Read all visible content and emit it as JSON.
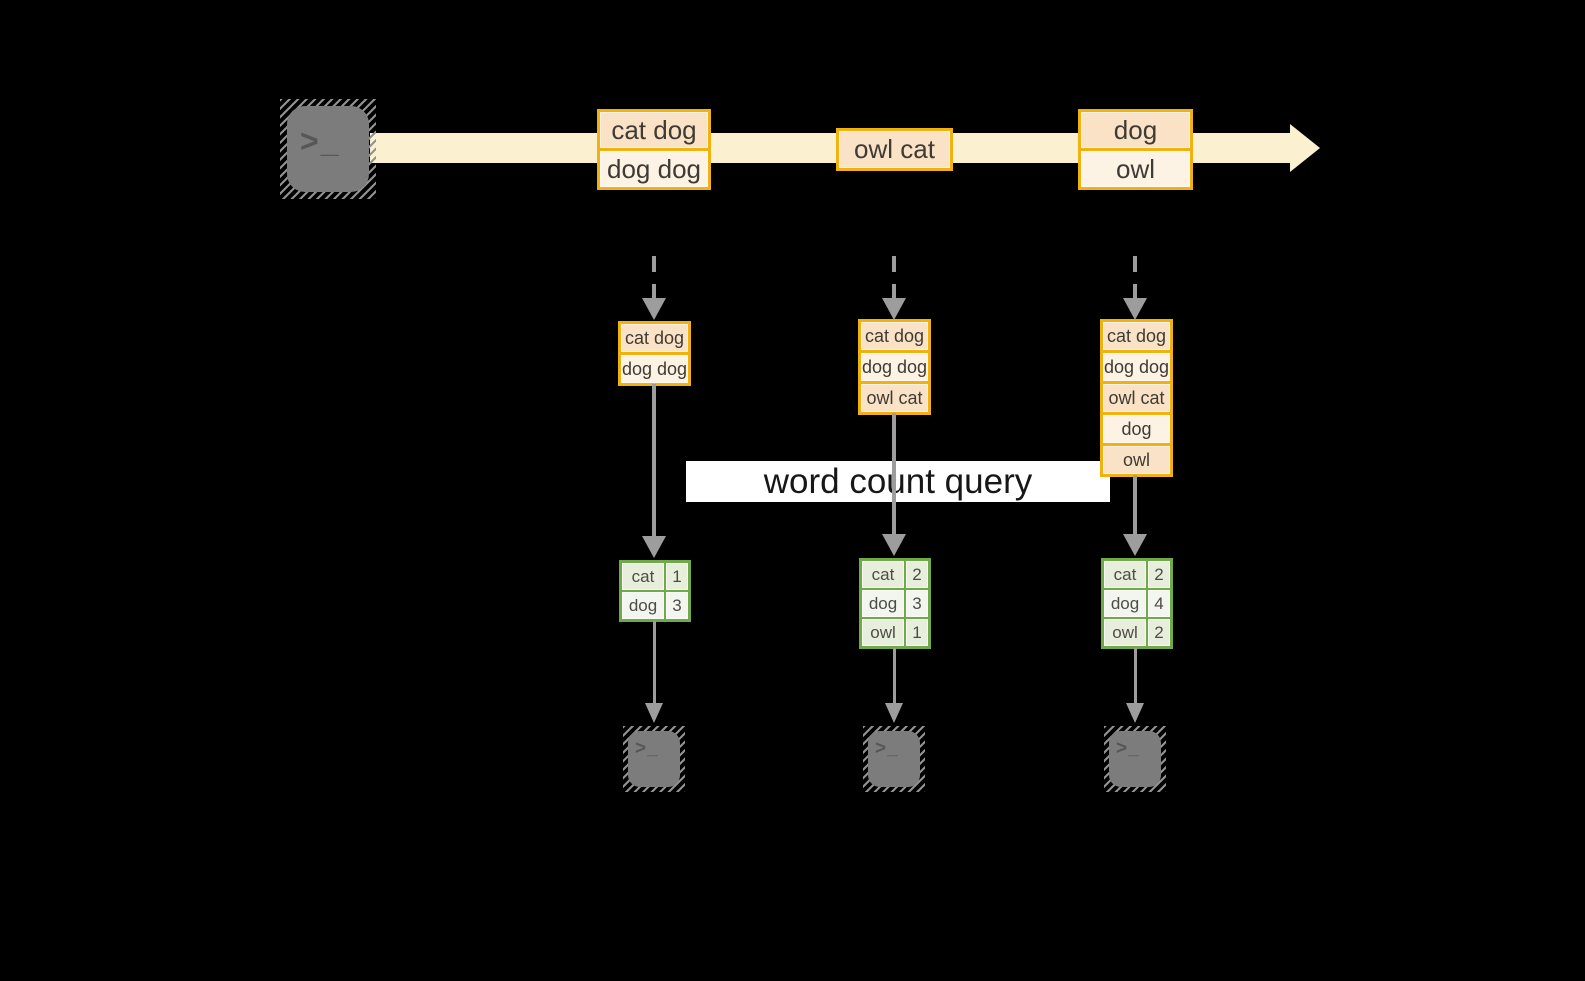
{
  "banner": {
    "label": "word count query"
  },
  "terminal": {
    "glyph": ">_"
  },
  "stream": {
    "records": [
      {
        "lines": [
          "cat dog",
          "dog dog"
        ]
      },
      {
        "lines": [
          "owl cat"
        ]
      },
      {
        "lines": [
          "dog",
          "owl"
        ]
      }
    ]
  },
  "partitions": [
    {
      "buffer": [
        "cat dog",
        "dog dog"
      ],
      "counts": [
        {
          "word": "cat",
          "count": "1"
        },
        {
          "word": "dog",
          "count": "3"
        }
      ]
    },
    {
      "buffer": [
        "cat dog",
        "dog dog",
        "owl cat"
      ],
      "counts": [
        {
          "word": "cat",
          "count": "2"
        },
        {
          "word": "dog",
          "count": "3"
        },
        {
          "word": "owl",
          "count": "1"
        }
      ]
    },
    {
      "buffer": [
        "cat dog",
        "dog dog",
        "owl cat",
        "dog",
        "owl"
      ],
      "counts": [
        {
          "word": "cat",
          "count": "2"
        },
        {
          "word": "dog",
          "count": "4"
        },
        {
          "word": "owl",
          "count": "2"
        }
      ]
    }
  ],
  "colors": {
    "background": "#000000",
    "stream_band": "#FBF1D0",
    "amber_border": "#F1B10E",
    "peach_fill": "#FAE2C6",
    "cream_fill": "#FDF3E5",
    "green_border": "#6FA94A",
    "sage_dark": "#E8EEDC",
    "sage_light": "#F3F6EE",
    "arrow_gray": "#9D9D9D",
    "banner_bg": "#FFFFFF",
    "terminal_gray": "#7C7C7C"
  }
}
